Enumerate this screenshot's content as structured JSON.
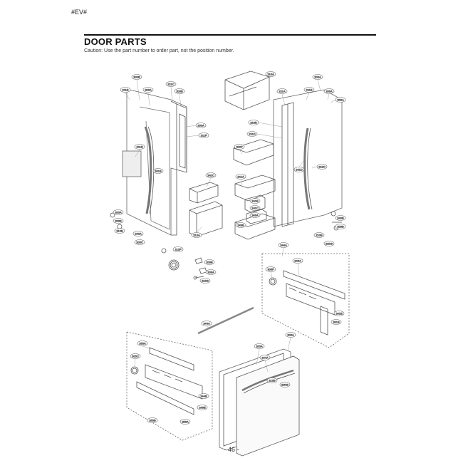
{
  "header": {
    "model_tag": "#EV#",
    "title": "DOOR PARTS",
    "caution": "Caution: Use the part number to order part, not the position number."
  },
  "footer": {
    "page_number": "- 46 -"
  },
  "callouts": {
    "a1": "200E",
    "a2": "211B",
    "a3": "203A",
    "a4": "211C",
    "a5": "200B",
    "a6": "200A",
    "a7": "211F",
    "a8": "211E",
    "a9": "241B",
    "a10": "241C",
    "a11": "200A",
    "a12": "203B",
    "a13": "212B",
    "a14": "240A",
    "a15": "200C",
    "a16": "212A",
    "a17": "210A",
    "b1": "211A",
    "b2": "211B",
    "b3": "200A",
    "b4": "203A",
    "b5": "262A",
    "b6": "210B",
    "b7": "211D",
    "b8": "200F",
    "b9": "241A",
    "b10": "241B",
    "b11": "241C",
    "b12": "243A",
    "b13": "243B",
    "b14": "241D",
    "b15": "212C",
    "b16": "240B",
    "b17": "203B",
    "b18": "210B",
    "b19": "200G",
    "c1": "212F",
    "c2": "209B",
    "c3": "209A",
    "c4": "212G",
    "d1": "244A",
    "d2": "248A",
    "d3": "306F",
    "d4": "241E",
    "d5": "261B",
    "e1": "244A",
    "f1": "260A",
    "f2": "305C",
    "f3": "243E",
    "f4": "260B",
    "f5": "258A",
    "f6": "244E",
    "g1": "200A",
    "g2": "200A",
    "g3": "244A",
    "g4": "212B",
    "g5": "200G"
  }
}
